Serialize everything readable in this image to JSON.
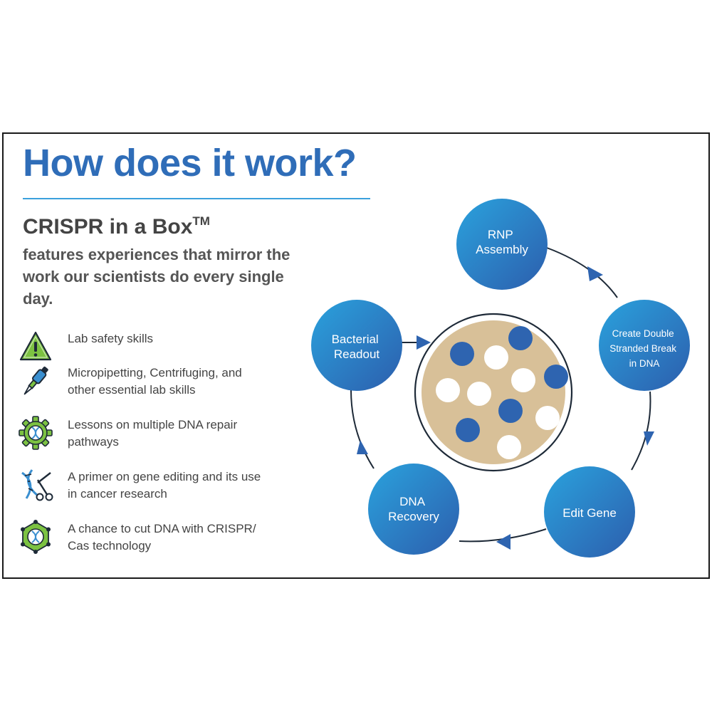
{
  "title": "How does it work?",
  "headline": {
    "main": "CRISPR in a Box",
    "superscript": "TM"
  },
  "subtext": "features experiences that mirror the work our scientists do every single day.",
  "features": [
    {
      "icon": "warning-triangle-icon",
      "lines": [
        "Lab safety skills"
      ]
    },
    {
      "icon": "micropipette-icon",
      "lines": [
        "Micropipetting, Centrifuging, and",
        "other essential lab skills"
      ]
    },
    {
      "icon": "dna-gear-icon",
      "lines": [
        "Lessons on multiple DNA repair",
        "pathways"
      ]
    },
    {
      "icon": "dna-scissors-icon",
      "lines": [
        "A primer on gene editing and its use",
        "in cancer research"
      ]
    },
    {
      "icon": "dna-hexagon-icon",
      "lines": [
        "A chance to cut DNA with CRISPR/",
        "Cas technology"
      ]
    }
  ],
  "cycle": [
    {
      "id": "rnp",
      "lines": [
        "RNP",
        "Assembly"
      ]
    },
    {
      "id": "dsb",
      "lines": [
        "Create Double",
        "Stranded Break",
        "in DNA"
      ]
    },
    {
      "id": "edit",
      "lines": [
        "Edit Gene"
      ]
    },
    {
      "id": "recovery",
      "lines": [
        "DNA",
        "Recovery"
      ]
    },
    {
      "id": "readout",
      "lines": [
        "Bacterial",
        "Readout"
      ]
    }
  ],
  "colors": {
    "title": "#2f6db8",
    "rule": "#3aa0dc",
    "node_gradient_start": "#2a9fdc",
    "node_gradient_end": "#2e5fae",
    "petri_fill": "#d8c098",
    "colony_blue": "#2e64b0",
    "colony_white": "#ffffff",
    "icon_green": "#7cc242",
    "icon_blue": "#3a8fd0"
  }
}
